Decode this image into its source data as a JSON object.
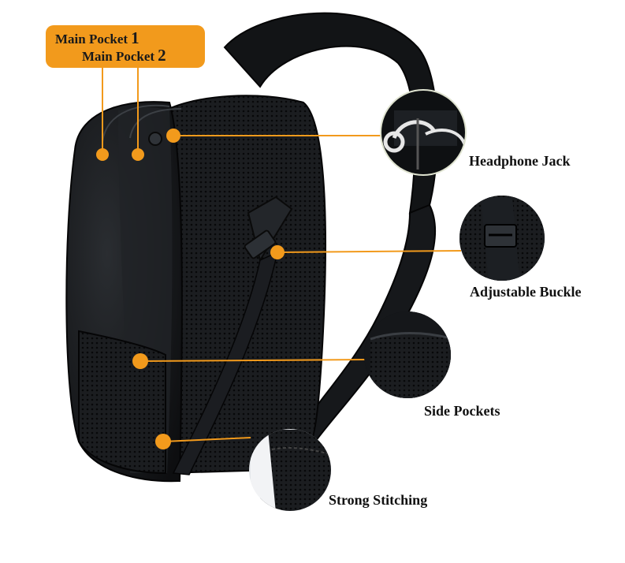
{
  "labels": {
    "main_pocket_1": "Main Pocket",
    "main_pocket_1_num": "1",
    "main_pocket_2": "Main Pocket",
    "main_pocket_2_num": "2",
    "headphone_jack": "Headphone Jack",
    "adjustable_buckle": "Adjustable Buckle",
    "side_pockets": "Side Pockets",
    "strong_stitching": "Strong Stitching"
  },
  "colors": {
    "accent": "#f29a1c",
    "bag": "#15171a",
    "background": "#ffffff"
  }
}
